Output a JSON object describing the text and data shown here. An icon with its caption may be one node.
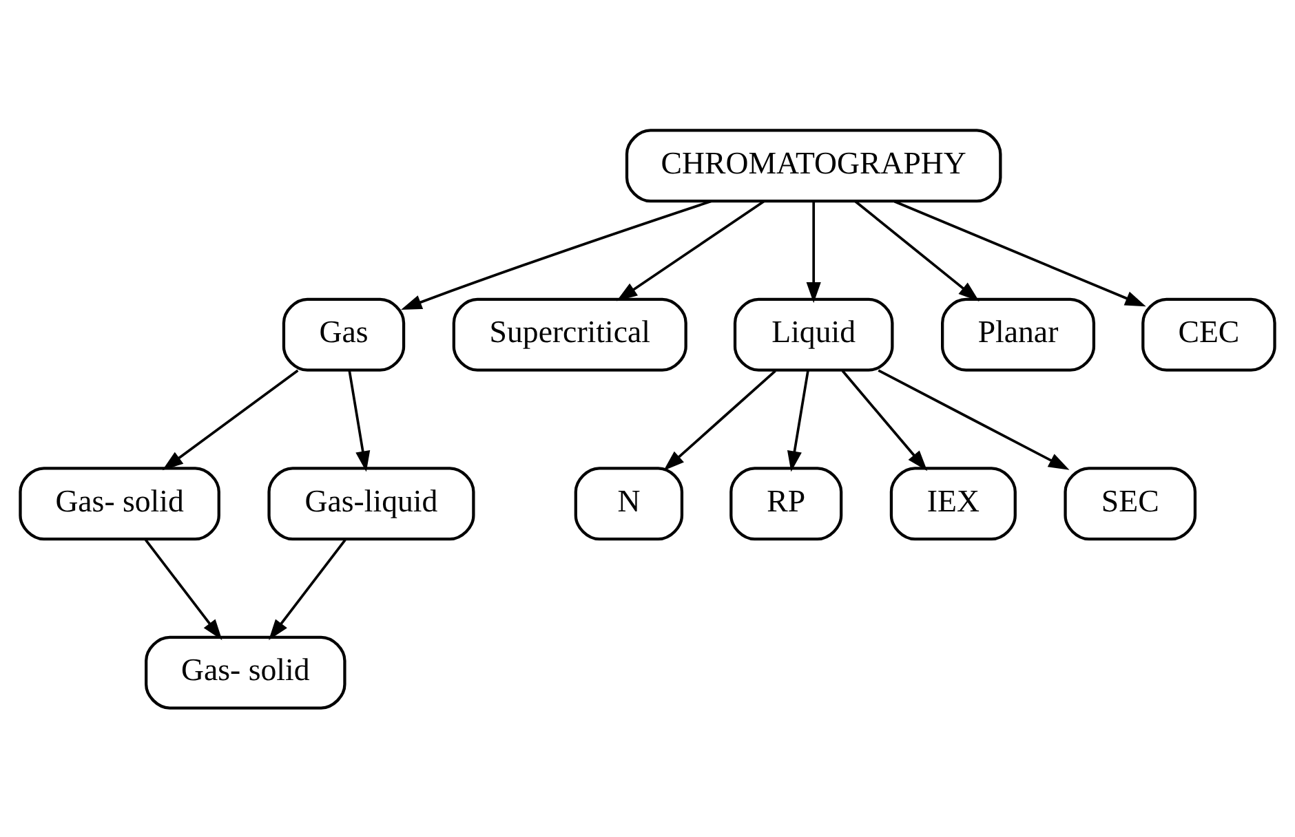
{
  "diagram": {
    "nodes": [
      {
        "text": [
          "CHROMATOGRAPHY"
        ]
      },
      {
        "text": [
          "Gas"
        ]
      },
      {
        "text": [
          "Supercritical"
        ]
      },
      {
        "text": [
          "Liquid"
        ]
      },
      {
        "text": [
          "Planar"
        ]
      },
      {
        "text": [
          "CEC"
        ]
      },
      {
        "text": [
          "Gas- solid"
        ]
      },
      {
        "text": [
          "Gas-liquid"
        ]
      },
      {
        "text": [
          "N"
        ]
      },
      {
        "text": [
          "RP"
        ]
      },
      {
        "text": [
          "IEX"
        ]
      },
      {
        "text": [
          "SEC"
        ]
      },
      {
        "text": [
          "Gas- solid"
        ]
      }
    ],
    "edges": [
      {
        "from": 0,
        "to": 1,
        "arrow": "to"
      },
      {
        "from": 0,
        "to": 2,
        "arrow": "to"
      },
      {
        "from": 0,
        "to": 3,
        "arrow": "to"
      },
      {
        "from": 0,
        "to": 4,
        "arrow": "to"
      },
      {
        "from": 0,
        "to": 5,
        "arrow": "to"
      },
      {
        "from": 1,
        "to": 6,
        "arrow": "to"
      },
      {
        "from": 1,
        "to": 7,
        "arrow": "to"
      },
      {
        "from": 3,
        "to": 8,
        "arrow": "to"
      },
      {
        "from": 3,
        "to": 9,
        "arrow": "to"
      },
      {
        "from": 3,
        "to": 10,
        "arrow": "to"
      },
      {
        "from": 3,
        "to": 11,
        "arrow": "to"
      },
      {
        "from": 6,
        "to": 12,
        "arrow": "to"
      },
      {
        "from": 7,
        "to": 12,
        "arrow": "to"
      }
    ]
  }
}
